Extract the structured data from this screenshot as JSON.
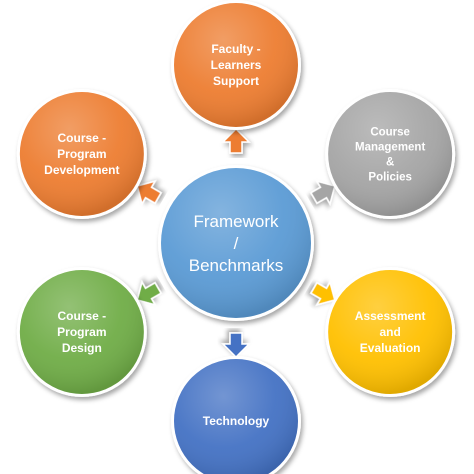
{
  "center": {
    "lines": [
      "Framework",
      "/",
      "Benchmarks"
    ],
    "color": "#5B9BD5"
  },
  "nodes": [
    {
      "id": "faculty-learners-support",
      "lines": [
        "Faculty -",
        "Learners",
        "Support"
      ],
      "color": "#ED7D31"
    },
    {
      "id": "course-management-policies",
      "lines": [
        "Course",
        "Management",
        "&",
        "Policies"
      ],
      "color": "#A5A5A5"
    },
    {
      "id": "assessment-evaluation",
      "lines": [
        "Assessment",
        "and",
        "Evaluation"
      ],
      "color": "#FFC000"
    },
    {
      "id": "technology",
      "lines": [
        "Technology"
      ],
      "color": "#4472C4"
    },
    {
      "id": "course-program-design",
      "lines": [
        "Course -",
        "Program",
        "Design"
      ],
      "color": "#70AD47"
    },
    {
      "id": "course-program-development",
      "lines": [
        "Course -",
        "Program",
        "Development"
      ],
      "color": "#ED7D31"
    }
  ]
}
